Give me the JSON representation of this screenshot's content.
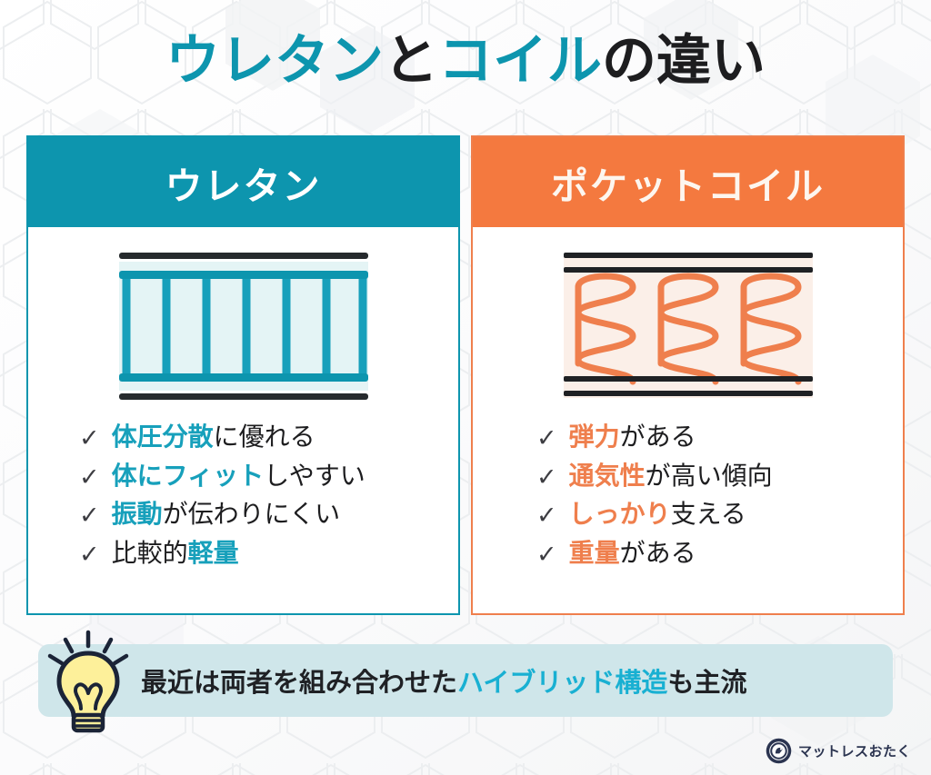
{
  "title": {
    "segments": [
      {
        "text": "ウレタン",
        "accent": true
      },
      {
        "text": "と",
        "accent": false
      },
      {
        "text": "コイル",
        "accent": true
      },
      {
        "text": "の違い",
        "accent": false
      }
    ],
    "plain": "ウレタンとコイルの違い"
  },
  "colors": {
    "teal": "#0d95ae",
    "teal_text": "#17a0bb",
    "orange": "#f4793f",
    "orange_text": "#ef7f4d",
    "dark": "#1d1d1f",
    "banner_bg": "#cfe6ea",
    "banner_accent": "#19b0d2",
    "bulb_yellow": "#fdf09a",
    "urethane_fill": "#e4f4f5",
    "coil_fill": "#fbefe8",
    "logo_navy": "#2b3450"
  },
  "cards": [
    {
      "id": "urethane",
      "header": "ウレタン",
      "diagram": "urethane-foam-diagram",
      "features": [
        {
          "check": "✓",
          "bold": "体圧分散",
          "rest": "に優れる",
          "bold_first": true
        },
        {
          "check": "✓",
          "bold": "体にフィット",
          "rest": "しやすい",
          "bold_first": true
        },
        {
          "check": "✓",
          "bold": "振動",
          "rest": "が伝わりにくい",
          "bold_first": true
        },
        {
          "check": "✓",
          "bold": "軽量",
          "rest": "比較的",
          "bold_first": false
        }
      ]
    },
    {
      "id": "pocket-coil",
      "header": "ポケットコイル",
      "diagram": "pocket-coil-spring-diagram",
      "features": [
        {
          "check": "✓",
          "bold": "弾力",
          "rest": "がある",
          "bold_first": true
        },
        {
          "check": "✓",
          "bold": "通気性",
          "rest": "が高い傾向",
          "bold_first": true
        },
        {
          "check": "✓",
          "bold": "しっかり",
          "rest": "支える",
          "bold_first": true
        },
        {
          "check": "✓",
          "bold": "重量",
          "rest": "がある",
          "bold_first": true
        }
      ]
    }
  ],
  "banner": {
    "icon": "lightbulb-icon",
    "prefix": "最近は両者を組み合わせた",
    "highlight": "ハイブリッド構造",
    "suffix": "も主流",
    "plain": "最近は両者を組み合わせたハイブリッド構造も主流"
  },
  "footer": {
    "logo_icon": "mattress-otaku-logo-icon",
    "brand": "マットレスおたく"
  }
}
